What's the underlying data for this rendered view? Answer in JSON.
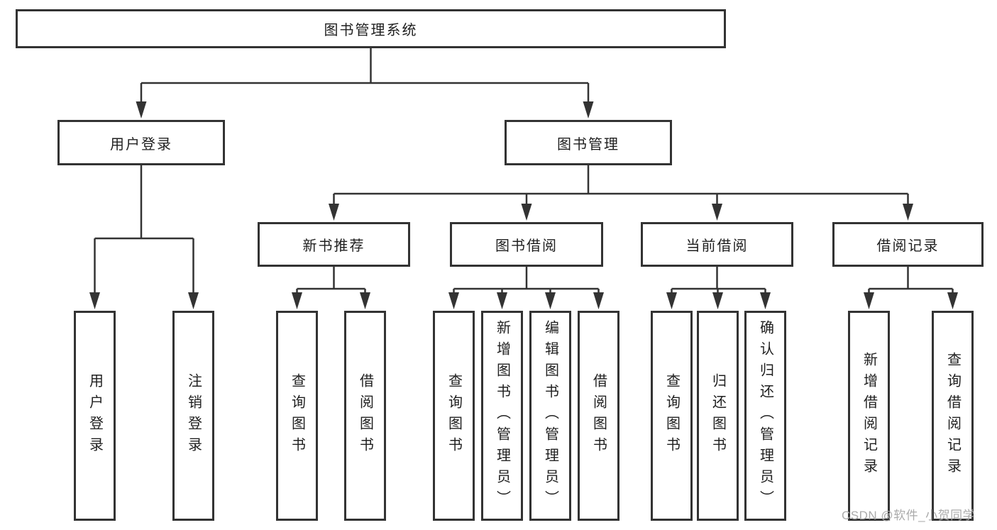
{
  "tree": {
    "label": "图书管理系统",
    "children": [
      {
        "label": "用户登录",
        "children": [
          {
            "label": "用户登录"
          },
          {
            "label": "注销登录"
          }
        ]
      },
      {
        "label": "图书管理",
        "children": [
          {
            "label": "新书推荐",
            "children": [
              {
                "label": "查询图书"
              },
              {
                "label": "借阅图书"
              }
            ]
          },
          {
            "label": "图书借阅",
            "children": [
              {
                "label": "查询图书"
              },
              {
                "label": "新增图书（管理员）"
              },
              {
                "label": "编辑图书（管理员）"
              },
              {
                "label": "借阅图书"
              }
            ]
          },
          {
            "label": "当前借阅",
            "children": [
              {
                "label": "查询图书"
              },
              {
                "label": "归还图书"
              },
              {
                "label": "确认归还（管理员）"
              }
            ]
          },
          {
            "label": "借阅记录",
            "children": [
              {
                "label": "新增借阅记录"
              },
              {
                "label": "查询借阅记录"
              }
            ]
          }
        ]
      }
    ]
  },
  "watermark": {
    "text": "CSDN @软件_小贺同学"
  },
  "colors": {
    "line": "#333333",
    "box_border": "#333333",
    "text": "#1f1f1f",
    "box_background": "#ffffff",
    "page_background": "#ffffff",
    "watermark": "#ababab"
  }
}
